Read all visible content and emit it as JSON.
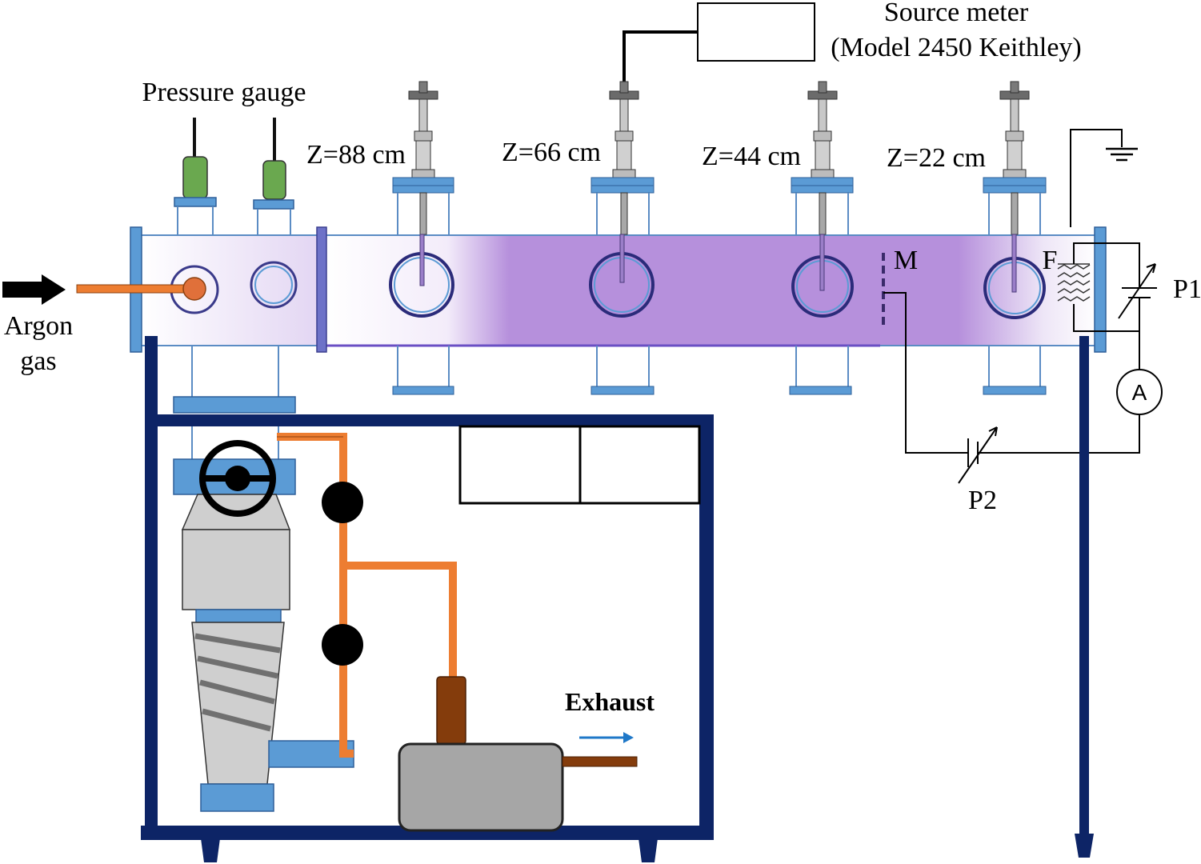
{
  "labels": {
    "source_meter_line1": "Source meter",
    "source_meter_line2": "(Model 2450 Keithley)",
    "pressure_gauge": "Pressure gauge",
    "argon_line1": "Argon",
    "argon_line2": "gas",
    "probe_positions": [
      "Z=88 cm",
      "Z=66 cm",
      "Z=44 cm",
      "Z=22 cm"
    ],
    "mesh": "M",
    "filament": "F",
    "power_supply_1": "P1",
    "power_supply_2": "P2",
    "ammeter": "A",
    "exhaust": "Exhaust"
  },
  "colors": {
    "plasma": "#b690dc",
    "frame": "#0d2466",
    "flange": "#5b9bd5",
    "gauge": "#6aa84f",
    "gas_line": "#ed7d31",
    "pump_body": "#a6a6a6",
    "pump_neck": "#843c0c",
    "exhaust_arrow": "#1f78c8"
  }
}
